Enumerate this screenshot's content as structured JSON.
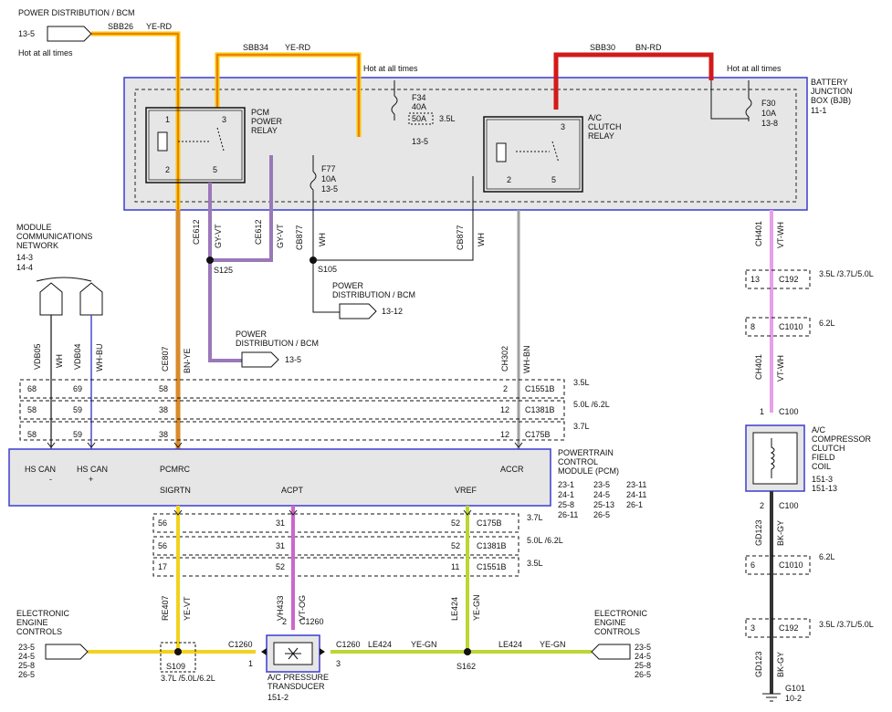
{
  "labels": {
    "power_dist_top": "POWER DISTRIBUTION / BCM",
    "ref_13_5_top": "13-5",
    "hot_all_times_1": "Hot at all times",
    "sbb26": "SBB26",
    "ye_rd_1": "YE-RD",
    "sbb34": "SBB34",
    "ye_rd_2": "YE-RD",
    "hot_all_times_2": "Hot at all times",
    "sbb30": "SBB30",
    "bn_rd": "BN-RD",
    "hot_all_times_3": "Hot at all times",
    "bjb": "BATTERY JUNCTION BOX (BJB)",
    "bjb_ref": "11-1",
    "f34": "F34",
    "f34_amp": "40A",
    "f34_alt": "50A",
    "f34_alt_eng": "3.5L",
    "f34_ref": "13-5",
    "f30": "F30",
    "f30_amp": "10A",
    "f30_ref": "13-8",
    "f77": "F77",
    "f77_amp": "10A",
    "f77_ref": "13-5",
    "pcm_relay": "PCM POWER RELAY",
    "ac_clutch_relay": "A/C CLUTCH RELAY",
    "mcn": "MODULE COMMUNICATIONS NETWORK",
    "mcn_ref1": "14-3",
    "mcn_ref2": "14-4",
    "ce612_a": "CE612",
    "gy_vt_a": "GY-VT",
    "ce612_b": "CE612",
    "gy_vt_b": "GY-VT",
    "cb877_a": "CB877",
    "wh_a": "WH",
    "cb877_b": "CB877",
    "wh_b": "WH",
    "s125": "S125",
    "s105": "S105",
    "power_dist_mid": "POWER DISTRIBUTION / BCM",
    "ref_13_12": "13-12",
    "power_dist_low": "POWER DISTRIBUTION / BCM",
    "ref_13_5_low": "13-5",
    "ch401_a": "CH401",
    "vt_wh_a": "VT-WH",
    "c192_top": "C192",
    "c192_top_pin": "13",
    "c192_top_eng": "3.5L /3.7L/5.0L",
    "c1010_top": "C1010",
    "c1010_top_pin": "8",
    "c1010_top_eng": "6.2L",
    "ch401_b": "CH401",
    "vt_wh_b": "VT-WH",
    "c100_1": "C100",
    "c100_1_pin": "1",
    "vdb05": "VDB05",
    "wh_c": "WH",
    "vdb04": "VDB04",
    "wh_bu": "WH-BU",
    "ce807": "CE807",
    "bn_ye": "BN-YE",
    "ch302": "CH302",
    "wh_bn": "WH-BN",
    "c1551b_pins": [
      "68",
      "69",
      "58",
      "2"
    ],
    "c1551b": "C1551B",
    "c1551b_eng": "3.5L",
    "c1381b_pins": [
      "58",
      "59",
      "38",
      "12"
    ],
    "c1381b": "C1381B",
    "c1381b_eng": "5.0L /6.2L",
    "c175b_pins": [
      "58",
      "59",
      "38",
      "12"
    ],
    "c175b": "C175B",
    "c175b_eng": "3.7L",
    "pcm": "POWERTRAIN CONTROL MODULE (PCM)",
    "pcm_refs": [
      "23-1",
      "23-5",
      "23-11",
      "24-1",
      "24-5",
      "24-11",
      "25-8",
      "25-13",
      "26-1",
      "26-11",
      "26-5"
    ],
    "hs_can_minus": "HS CAN",
    "minus": "-",
    "hs_can_plus": "HS CAN",
    "plus": "+",
    "pcmrc": "PCMRC",
    "accr": "ACCR",
    "sigrtn": "SIGRTN",
    "acpt": "ACPT",
    "vref": "VREF",
    "c175b_lower_pins": [
      "56",
      "31",
      "52"
    ],
    "c175b_lower": "C175B",
    "c175b_lower_eng": "3.7L",
    "c1381b_lower_pins": [
      "56",
      "31",
      "52"
    ],
    "c1381b_lower": "C1381B",
    "c1381b_lower_eng": "5.0L /6.2L",
    "c1551b_lower_pins": [
      "17",
      "52",
      "11"
    ],
    "c1551b_lower": "C1551B",
    "c1551b_lower_eng": "3.5L",
    "re407": "RE407",
    "ye_vt": "YE-VT",
    "vh433": "VH433",
    "vt_og": "VT-OG",
    "le424_v": "LE424",
    "ye_gn_v": "YE-GN",
    "c1260_pin2": "2",
    "c1260_top": "C1260",
    "ac_comp_clutch": "A/C COMPRESSOR CLUTCH FIELD COIL",
    "ac_comp_refs": [
      "151-3",
      "151-13"
    ],
    "c100_2": "C100",
    "c100_2_pin": "2",
    "gd123_a": "GD123",
    "bk_gy_a": "BK-GY",
    "c1010_low": "C1010",
    "c1010_low_pin": "6",
    "c1010_low_eng": "6.2L",
    "c192_low": "C192",
    "c192_low_pin": "3",
    "c192_low_eng": "3.5L /3.7L/5.0L",
    "gd123_b": "GD123",
    "bk_gy_b": "BK-GY",
    "g101": "G101",
    "g101_ref": "10-2",
    "eec_left": "ELECTRONIC ENGINE CONTROLS",
    "eec_left_refs": [
      "23-5",
      "24-5",
      "25-8",
      "26-5"
    ],
    "eec_right": "ELECTRONIC ENGINE CONTROLS",
    "eec_right_refs": [
      "23-5",
      "24-5",
      "25-8",
      "26-5"
    ],
    "c1260_left": "C1260",
    "c1260_pin1": "1",
    "c1260_right": "C1260",
    "c1260_pin3": "3",
    "le424_a": "LE424",
    "ye_gn_a": "YE-GN",
    "le424_b": "LE424",
    "ye_gn_b": "YE-GN",
    "s109": "S109",
    "s109_eng": "3.7L /5.0L/6.2L",
    "s162": "S162",
    "ac_pt": "A/C PRESSURE TRANSDUCER",
    "ac_pt_ref": "151-2",
    "relay_pins": [
      "1",
      "3",
      "2",
      "5"
    ],
    "ac_relay_pins": [
      "3",
      "2",
      "5"
    ]
  },
  "colors": {
    "ye_rd_outer": "#f7c600",
    "ye_rd_inner": "#e03a1a",
    "bn_rd": "#d21a1a",
    "gy_vt": "#9a78b8",
    "vt_wh": "#e8a0e8",
    "bn_ye": "#d88a2a",
    "wh_bn": "#a0a0a0",
    "ye_vt": "#f2d21e",
    "vt_og": "#cc66cc",
    "ye_gn": "#bcd633",
    "box_blue": "#3b3bd0",
    "box_fill": "#e6e6e6"
  }
}
